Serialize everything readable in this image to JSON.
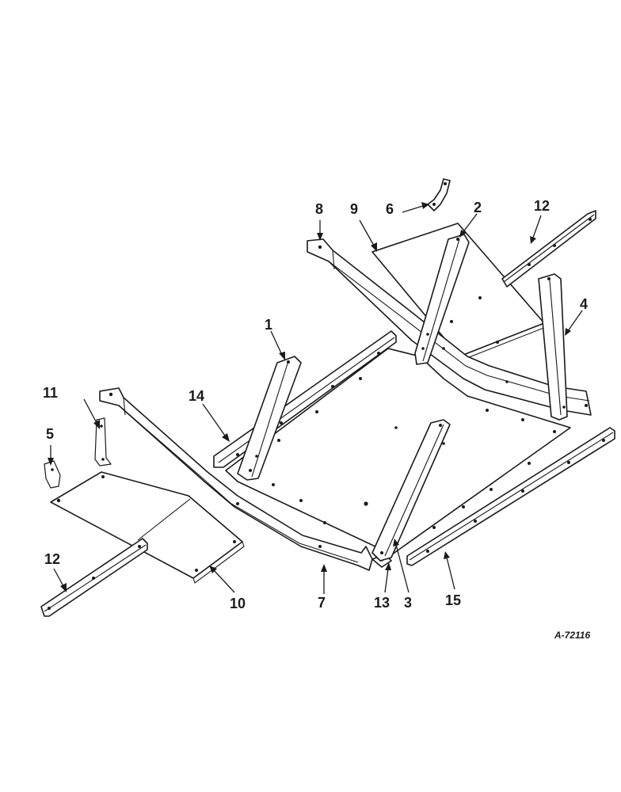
{
  "callouts": {
    "c1": "1",
    "c2": "2",
    "c3": "3",
    "c4": "4",
    "c5": "5",
    "c6": "6",
    "c7": "7",
    "c8": "8",
    "c9": "9",
    "c10": "10",
    "c11": "11",
    "c12a": "12",
    "c12b": "12",
    "c13": "13",
    "c14": "14",
    "c15": "15"
  },
  "reference_number": "A-72116"
}
